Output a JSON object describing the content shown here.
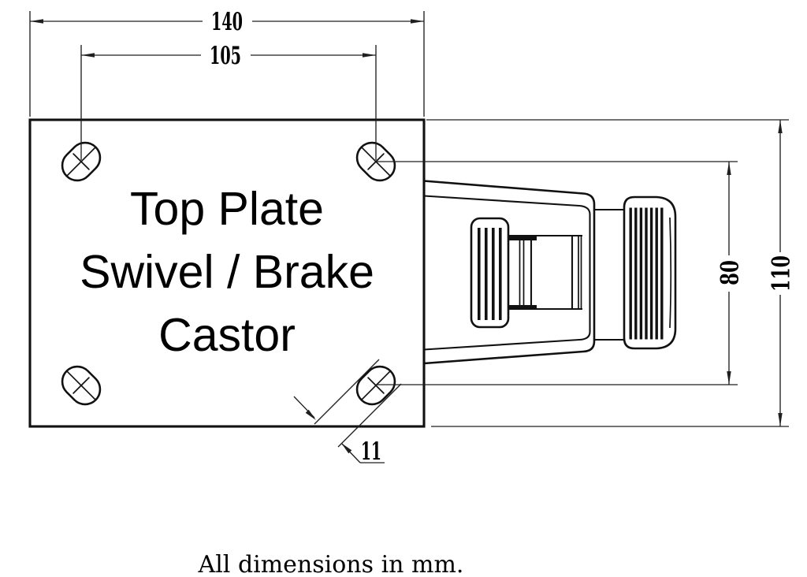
{
  "drawing": {
    "product_label": {
      "line1": "Top Plate",
      "line2": "Swivel / Brake",
      "line3": "Castor"
    },
    "dimensions": {
      "plate_width_mm": "140",
      "hole_spacing_horizontal_mm": "105",
      "hole_spacing_vertical_mm": "80",
      "plate_depth_mm": "110",
      "slot_width_mm": "11"
    },
    "footnote": "All dimensions in mm.",
    "colors": {
      "object_line": "#111111",
      "dimension_line": "#1f1f1f",
      "background": "#ffffff"
    }
  }
}
